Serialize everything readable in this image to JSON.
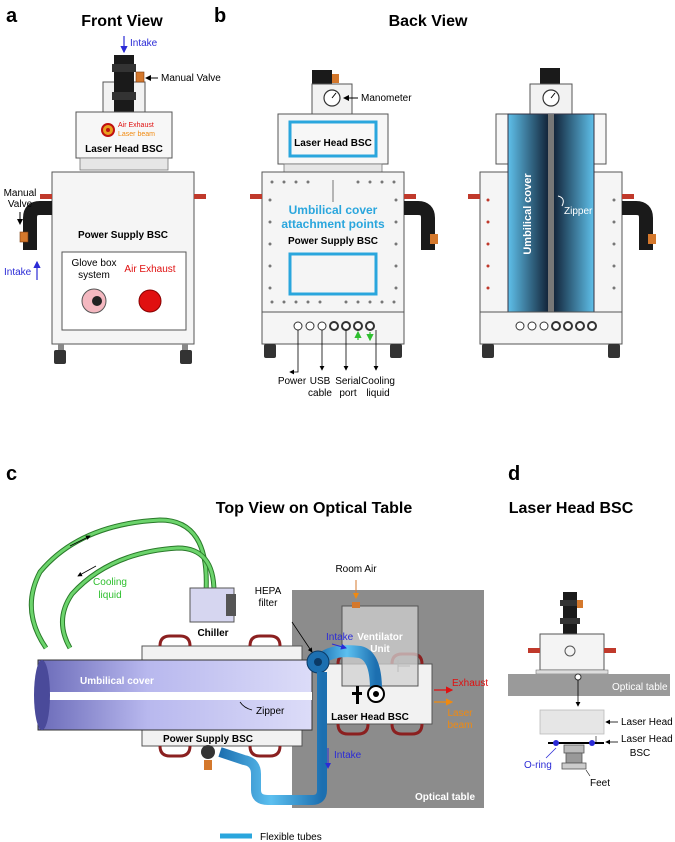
{
  "panels": {
    "a": {
      "letter": "a",
      "title": "Front View"
    },
    "b": {
      "letter": "b",
      "title": "Back View"
    },
    "c": {
      "letter": "c",
      "title": "Top View on Optical Table"
    },
    "d": {
      "letter": "d",
      "title": "Laser Head BSC"
    }
  },
  "labels_a": {
    "intake_top": "Intake",
    "manual_valve_top": "Manual Valve",
    "air_exhaust_small": "Air Exhaust",
    "laser_beam_small": "Laser beam",
    "laser_head_bsc": "Laser Head BSC",
    "manual_valve_left_1": "Manual",
    "manual_valve_left_2": "Valve",
    "power_supply_bsc": "Power Supply BSC",
    "intake_left": "Intake",
    "glove_box_1": "Glove box",
    "glove_box_2": "system",
    "air_exhaust": "Air Exhaust"
  },
  "labels_b": {
    "manometer": "Manometer",
    "laser_head_bsc": "Laser Head BSC",
    "umbilical_attach_1": "Umbilical cover",
    "umbilical_attach_2": "attachment points",
    "power_supply_bsc": "Power Supply BSC",
    "power": "Power",
    "usb_1": "USB",
    "usb_2": "cable",
    "serial_1": "Serial",
    "serial_2": "port",
    "cooling_1": "Cooling",
    "cooling_2": "liquid",
    "umbilical_cover": "Umbilical cover",
    "zipper": "Zipper"
  },
  "labels_c": {
    "cooling_1": "Cooling",
    "cooling_2": "liquid",
    "chiller": "Chiller",
    "hepa_1": "HEPA",
    "hepa_2": "filter",
    "room_air": "Room Air",
    "intake_1": "Intake",
    "ventilator_1": "Ventilator",
    "ventilator_2": "Unit",
    "umbilical_cover": "Umbilical cover",
    "zipper": "Zipper",
    "laser_head_bsc": "Laser Head BSC",
    "exhaust": "Exhaust",
    "laser_1": "Laser",
    "laser_2": "beam",
    "power_supply_bsc": "Power Supply BSC",
    "intake_2": "Intake",
    "optical_table": "Optical table",
    "legend_flexible": "Flexible tubes"
  },
  "labels_d": {
    "optical_table": "Optical table",
    "laser_head": "Laser Head",
    "laser_head_bsc_1": "Laser Head",
    "laser_head_bsc_2": "BSC",
    "o_ring": "O-ring",
    "feet": "Feet"
  },
  "colors": {
    "intake": "#2b2bd6",
    "exhaust": "#e01010",
    "laser": "#f08a10",
    "cooling": "#2fbf2f",
    "flexible_tube": "#2aa6dd",
    "umbilical": "#8c8ce0",
    "optical_table": "#8c8c8c"
  }
}
